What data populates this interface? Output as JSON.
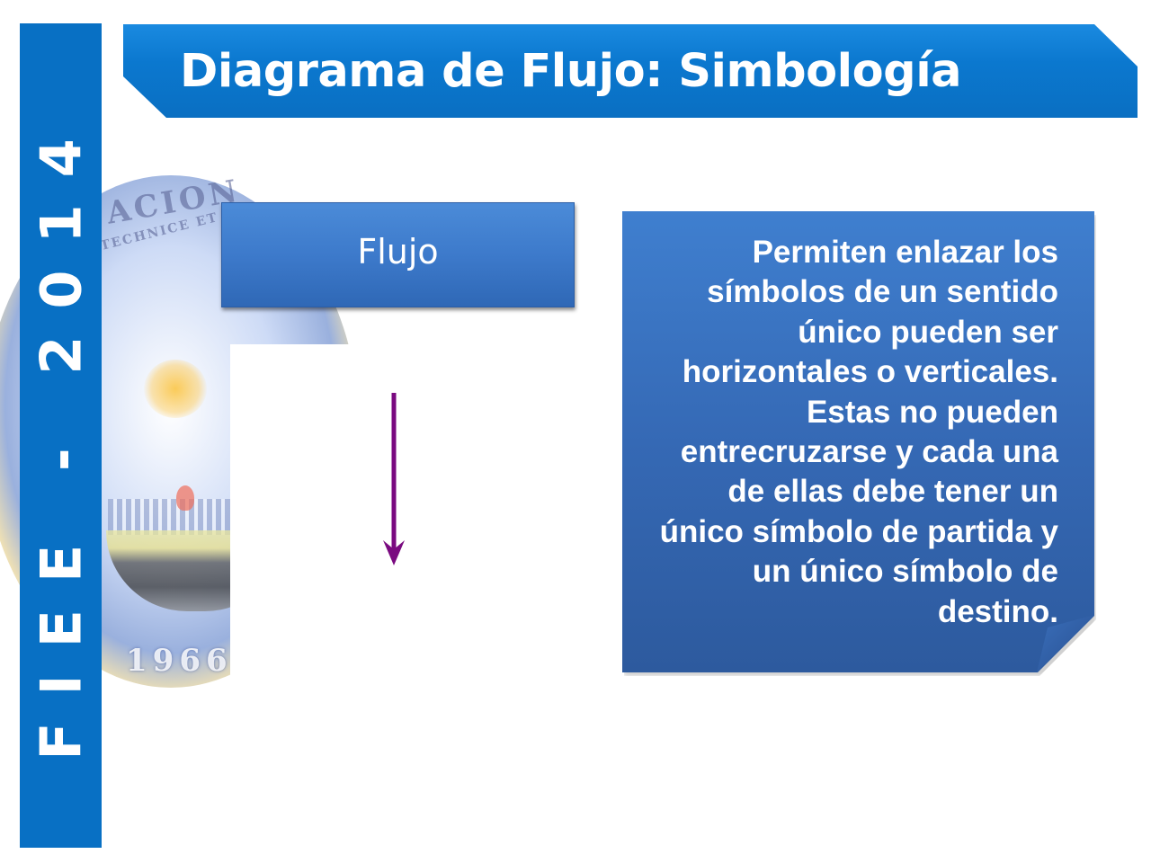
{
  "slide": {
    "title": "Diagrama de Flujo: Simbología",
    "sideband_text": "FIEE - 2014",
    "watermark": {
      "seal_top_text": "ACION",
      "seal_sub_text": "TECHNICE ET",
      "seal_year": "1966"
    },
    "symbol": {
      "label": "Flujo",
      "arrow_direction": "down",
      "arrow_color": "#7a0a80"
    },
    "description": "Permiten enlazar los símbolos de un sentido único pueden ser horizontales o verticales. Estas no pueden entrecruzarse y cada una de ellas debe tener un único  símbolo de partida y un único símbolo de destino.",
    "colors": {
      "banner": "#0870c4",
      "box": "#3d7acb",
      "note": "#3569b5",
      "text": "#ffffff"
    }
  }
}
